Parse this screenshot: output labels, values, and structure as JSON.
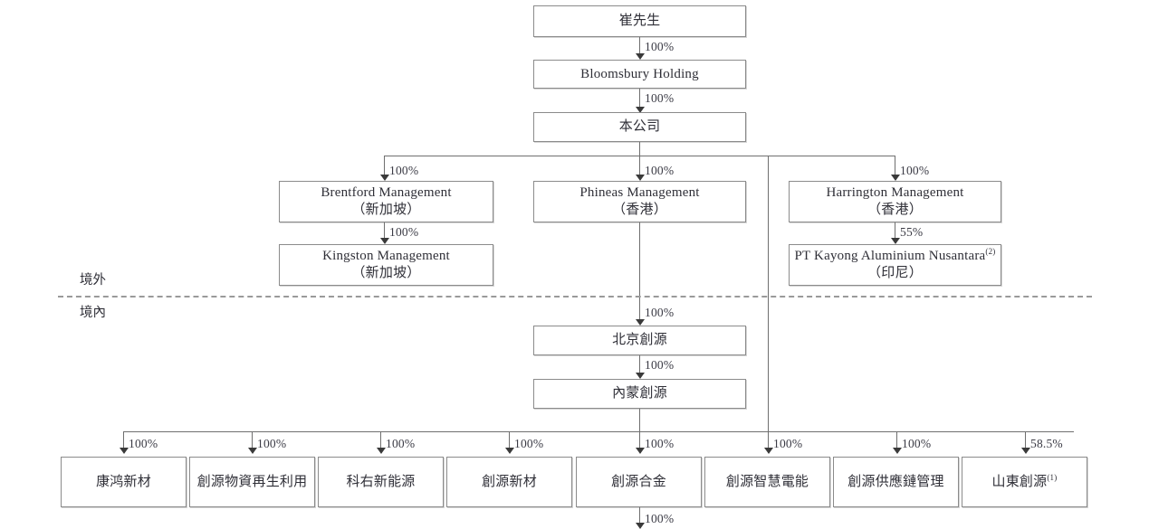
{
  "diagram": {
    "title": "Corporate Shareholding Structure Chart",
    "zone_labels": {
      "offshore": "境外",
      "onshore": "境內"
    },
    "colors": {
      "box_border": "#8b8b8b",
      "line": "#6f6f6f",
      "text": "#2f2f37",
      "dashed_divider": "#9a9a9a",
      "background": "#ffffff"
    },
    "nodes": {
      "mr_cui": {
        "line1": "崔先生"
      },
      "bloomsbury": {
        "line1": "Bloomsbury Holding"
      },
      "company": {
        "line1": "本公司"
      },
      "brentford": {
        "line1": "Brentford Management",
        "line2": "（新加坡）"
      },
      "phineas": {
        "line1": "Phineas Management",
        "line2": "（香港）"
      },
      "harrington": {
        "line1": "Harrington Management",
        "line2": "（香港）"
      },
      "kingston": {
        "line1": "Kingston Management",
        "line2": "（新加坡）"
      },
      "pt_kayong": {
        "line1": "PT Kayong Aluminium Nusantara",
        "sup": "(2)",
        "line2": "（印尼）"
      },
      "beijing": {
        "line1": "北京創源"
      },
      "neimeng": {
        "line1": "內蒙創源"
      },
      "kanghong": {
        "line1": "康鸿新材"
      },
      "recycling": {
        "line1": "創源物資再生利用"
      },
      "keyou": {
        "line1": "科右新能源"
      },
      "xincai": {
        "line1": "創源新材"
      },
      "hejin": {
        "line1": "創源合金"
      },
      "zhihui": {
        "line1": "創源智慧電能"
      },
      "supplychain": {
        "line1": "創源供應鏈管理"
      },
      "shandong": {
        "line1": "山東創源",
        "sup": "(1)"
      }
    },
    "percentages": {
      "cui_to_bloomsbury": "100%",
      "bloomsbury_to_company": "100%",
      "company_to_brentford": "100%",
      "company_to_phineas": "100%",
      "company_to_harrington": "100%",
      "brentford_to_kingston": "100%",
      "harrington_to_kayong": "55%",
      "phineas_to_beijing": "100%",
      "beijing_to_neimeng": "100%",
      "to_kanghong": "100%",
      "to_recycling": "100%",
      "to_keyou": "100%",
      "to_xincai": "100%",
      "to_hejin": "100%",
      "to_zhihui": "100%",
      "to_supplychain": "100%",
      "to_shandong": "58.5%",
      "hejin_downstream": "100%"
    }
  }
}
